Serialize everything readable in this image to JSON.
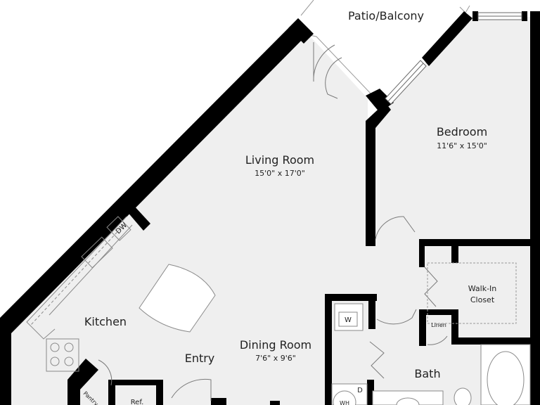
{
  "rooms": {
    "patio": {
      "name": "Patio/Balcony"
    },
    "bedroom": {
      "name": "Bedroom",
      "size": "11'6\" x 15'0\""
    },
    "living": {
      "name": "Living Room",
      "size": "15'0\" x 17'0\""
    },
    "kitchen": {
      "name": "Kitchen"
    },
    "entry": {
      "name": "Entry"
    },
    "dining": {
      "name": "Dining Room",
      "size": "7'6\" x 9'6\""
    },
    "closet": {
      "name_line1": "Walk-In",
      "name_line2": "Closet"
    },
    "bath": {
      "name": "Bath"
    }
  },
  "fixtures": {
    "dw": "DW",
    "washer": "W",
    "dryer": "D",
    "water_heater": "WH",
    "linen": "Linen",
    "pantry": "Pantry",
    "fridge": "Ref."
  },
  "colors": {
    "wall": "#000000",
    "floor": "#efefef",
    "outside": "#ffffff",
    "line": "#8a8a8a"
  }
}
